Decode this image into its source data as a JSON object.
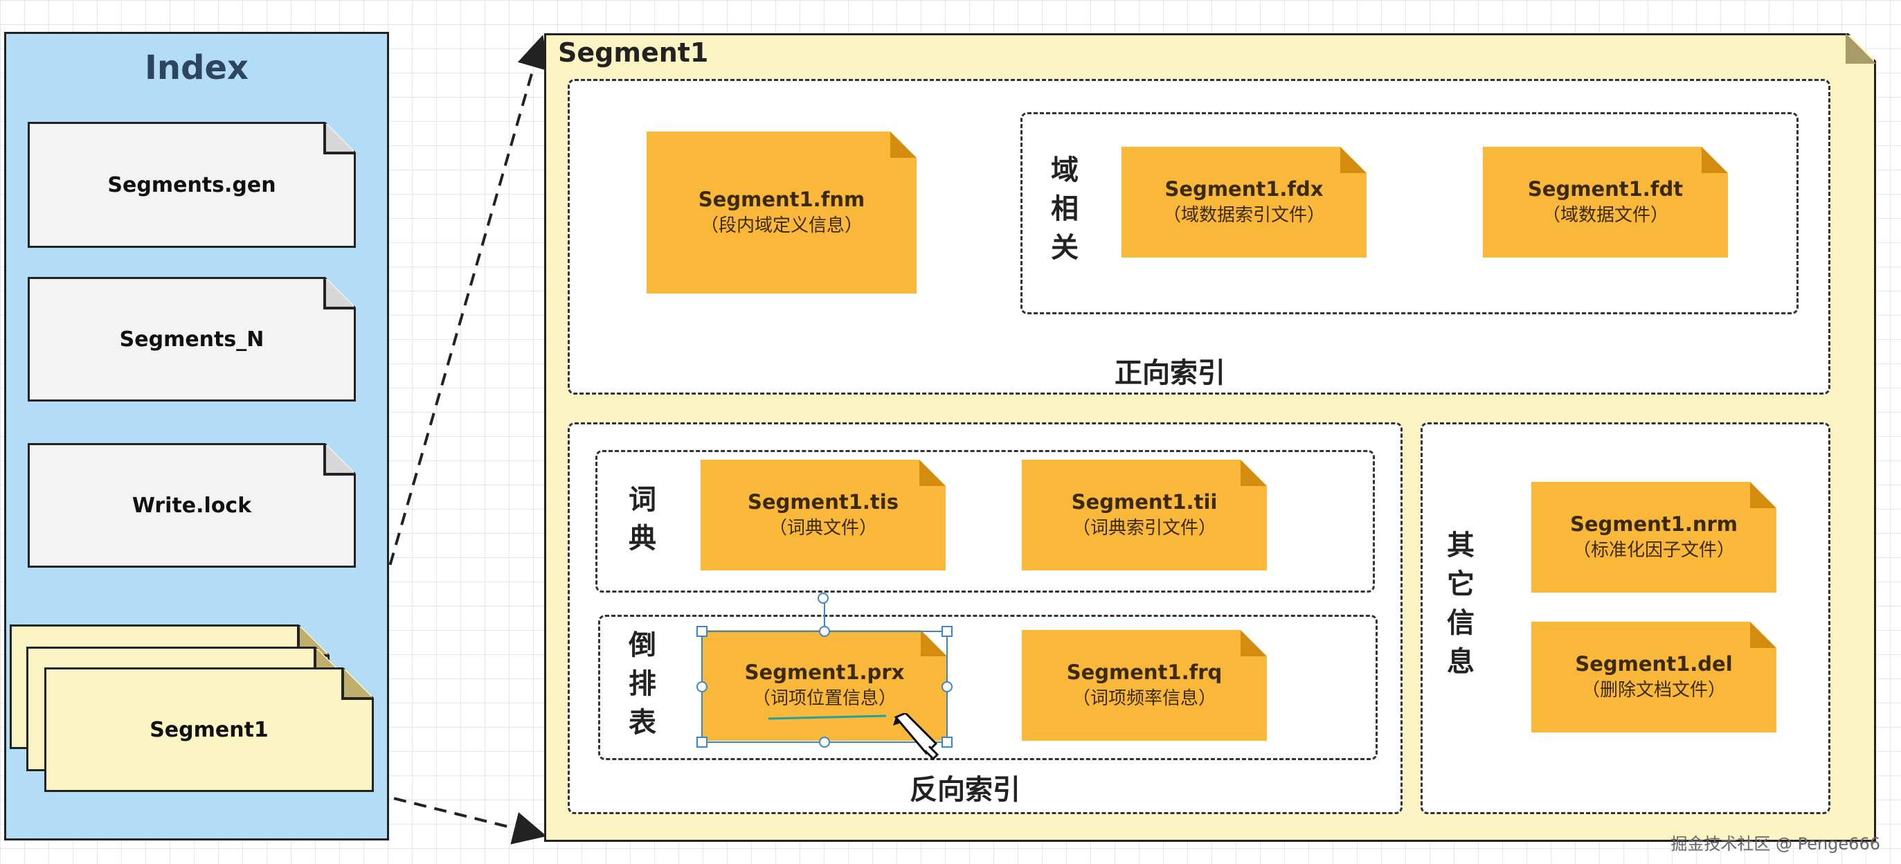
{
  "index": {
    "title": "Index",
    "files": [
      "Segments.gen",
      "Segments_N",
      "Write.lock"
    ],
    "segment_stack_label": "Segment1"
  },
  "segment": {
    "title": "Segment1",
    "forward": {
      "label": "正向索引",
      "fnm": {
        "name": "Segment1.fnm",
        "desc": "（段内域定义信息）"
      },
      "field_group": {
        "label": [
          "域",
          "相",
          "关"
        ],
        "fdx": {
          "name": "Segment1.fdx",
          "desc": "（域数据索引文件）"
        },
        "fdt": {
          "name": "Segment1.fdt",
          "desc": "（域数据文件）"
        }
      }
    },
    "inverted": {
      "label": "反向索引",
      "dictionary": {
        "label": [
          "词",
          "典"
        ],
        "tis": {
          "name": "Segment1.tis",
          "desc": "（词典文件）"
        },
        "tii": {
          "name": "Segment1.tii",
          "desc": "（词典索引文件）"
        }
      },
      "postings": {
        "label": [
          "倒",
          "排",
          "表"
        ],
        "prx": {
          "name": "Segment1.prx",
          "desc": "（词项位置信息）"
        },
        "frq": {
          "name": "Segment1.frq",
          "desc": "（词项频率信息）"
        }
      }
    },
    "other": {
      "label": [
        "其",
        "它",
        "信",
        "息"
      ],
      "nrm": {
        "name": "Segment1.nrm",
        "desc": "（标准化因子文件）"
      },
      "del": {
        "name": "Segment1.del",
        "desc": "（删除文档文件）"
      }
    }
  },
  "watermark": "掘金技术社区 @ Penge666",
  "colors": {
    "index_bg": "#b3dcf7",
    "segment_bg": "#fdf4c4",
    "file_bg": "#f9b83a",
    "selection": "#3b86c6"
  }
}
